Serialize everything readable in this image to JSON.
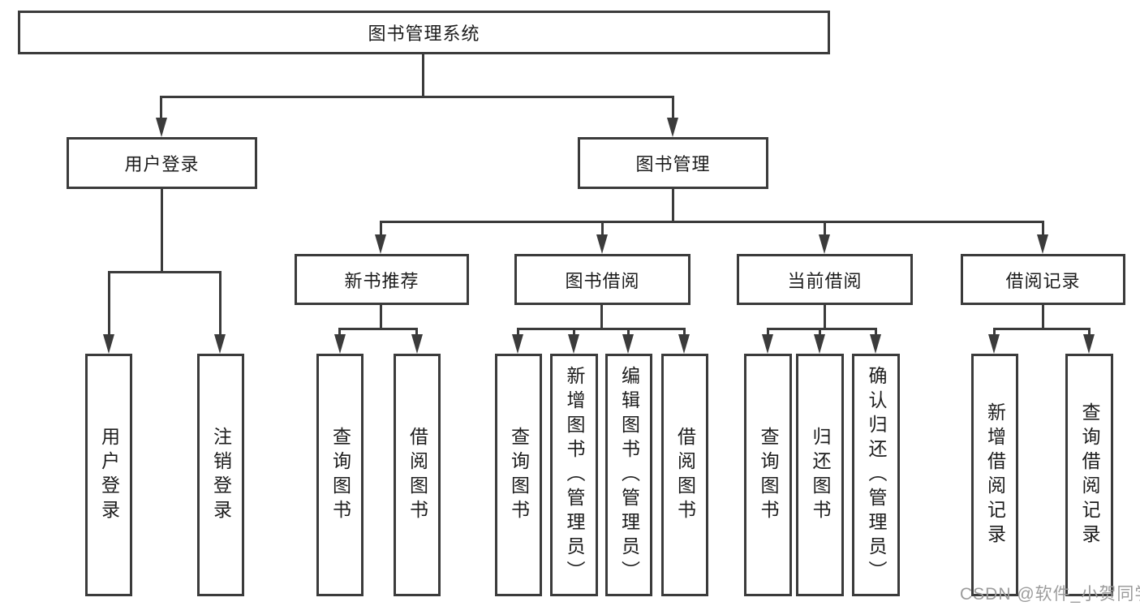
{
  "tree": {
    "root": "图书管理系统",
    "level2": [
      "用户登录",
      "图书管理"
    ],
    "level3": [
      "新书推荐",
      "图书借阅",
      "当前借阅",
      "借阅记录"
    ],
    "leaf_groups": {
      "user_login": [
        "用户登录",
        "注销登录"
      ],
      "new_book": [
        "查询图书",
        "借阅图书"
      ],
      "book_borrow": [
        "查询图书",
        "新增图书（管理员）",
        "编辑图书（管理员）",
        "借阅图书"
      ],
      "current_borrow": [
        "查询图书",
        "归还图书",
        "确认归还（管理员）"
      ],
      "borrow_record": [
        "新增借阅记录",
        "查询借阅记录"
      ]
    }
  },
  "watermark": {
    "text": "CSDN @软件_小贺同学"
  },
  "colors": {
    "line": "#3b3b3b",
    "text": "#1c1c1c",
    "watermark_text": "#9c9c9c",
    "background": "#ffffff"
  }
}
